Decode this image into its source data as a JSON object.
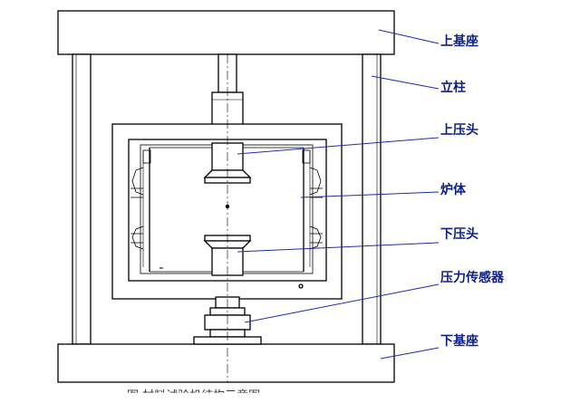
{
  "diagram": {
    "labels": {
      "upper_base": "上基座",
      "column": "立柱",
      "upper_head": "上压头",
      "furnace": "炉体",
      "lower_head": "下压头",
      "load_cell": "压力传感器",
      "lower_base": "下基座"
    },
    "caption": "图  材料试验机结构示意图",
    "colors": {
      "structure": "#000000",
      "leader_line": "#1f2bb8",
      "label_text": "#0b1f8c"
    }
  }
}
